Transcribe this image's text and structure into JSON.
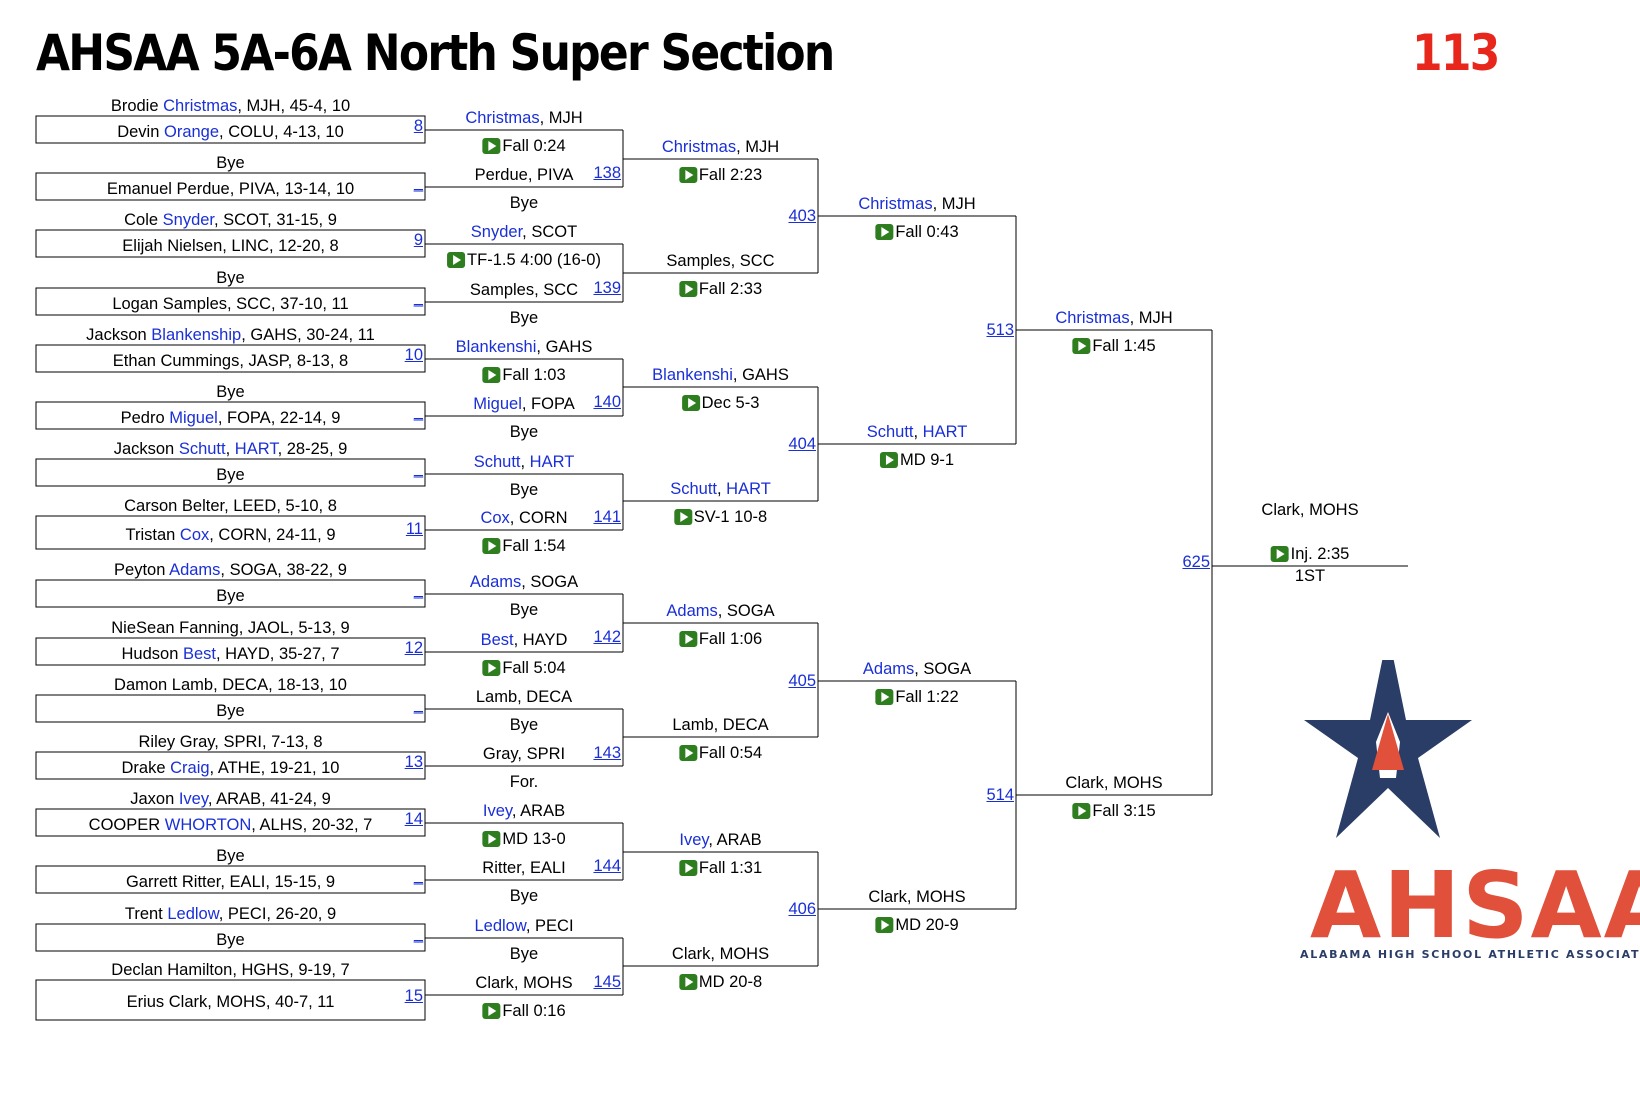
{
  "header": {
    "title": "AHSAA 5A-6A North Super Section",
    "weight": "113"
  },
  "round1": [
    {
      "top": {
        "first": "Brodie ",
        "last": "Christmas",
        "rest": ", MJH, 45-4, 10",
        "hl": true
      },
      "bottom": {
        "first": "Devin ",
        "last": "Orange",
        "rest": ", COLU, 4-13, 10",
        "hl": true
      },
      "bout": "8"
    },
    {
      "top": {
        "first": "",
        "last": "",
        "rest": "Bye",
        "hl": false
      },
      "bottom": {
        "first": "Emanuel Perdue, PIVA, 13-14, 10",
        "last": "",
        "rest": "",
        "hl": false
      },
      "bout": "_"
    },
    {
      "top": {
        "first": "Cole ",
        "last": "Snyder",
        "rest": ", SCOT, 31-15, 9",
        "hl": true
      },
      "bottom": {
        "first": "Elijah Nielsen, LINC, 12-20, 8",
        "last": "",
        "rest": "",
        "hl": false
      },
      "bout": "9"
    },
    {
      "top": {
        "first": "",
        "last": "",
        "rest": "Bye",
        "hl": false
      },
      "bottom": {
        "first": "Logan Samples, SCC, 37-10, 11",
        "last": "",
        "rest": "",
        "hl": false
      },
      "bout": "_"
    },
    {
      "top": {
        "first": "Jackson ",
        "last": "Blankenship",
        "rest": ", GAHS, 30-24, 11",
        "hl": true
      },
      "bottom": {
        "first": "Ethan Cummings, JASP, 8-13, 8",
        "last": "",
        "rest": "",
        "hl": false
      },
      "bout": "10"
    },
    {
      "top": {
        "first": "",
        "last": "",
        "rest": "Bye",
        "hl": false
      },
      "bottom": {
        "first": "Pedro ",
        "last": "Miguel",
        "rest": ", FOPA, 22-14, 9",
        "hl": true
      },
      "bout": "_"
    },
    {
      "top": {
        "first": "Jackson ",
        "last": "Schutt",
        "rest": ", ",
        "extra": "HART",
        "rest2": ", 28-25, 9",
        "hl": true
      },
      "bottom": {
        "first": "Bye",
        "last": "",
        "rest": "",
        "hl": false
      },
      "bout": "_"
    },
    {
      "top": {
        "first": "Carson Belter, LEED, 5-10, 8",
        "last": "",
        "rest": "",
        "hl": false
      },
      "bottom": {
        "first": "Tristan ",
        "last": "Cox",
        "rest": ", CORN, 24-11, 9",
        "hl": true
      },
      "bout": "11"
    },
    {
      "top": {
        "first": "Peyton ",
        "last": "Adams",
        "rest": ", SOGA, 38-22, 9",
        "hl": true
      },
      "bottom": {
        "first": "Bye",
        "last": "",
        "rest": "",
        "hl": false
      },
      "bout": "_"
    },
    {
      "top": {
        "first": "NieSean Fanning, JAOL, 5-13, 9",
        "last": "",
        "rest": "",
        "hl": false
      },
      "bottom": {
        "first": "Hudson ",
        "last": "Best",
        "rest": ", HAYD, 35-27, 7",
        "hl": true
      },
      "bout": "12"
    },
    {
      "top": {
        "first": "Damon Lamb, DECA, 18-13, 10",
        "last": "",
        "rest": "",
        "hl": false
      },
      "bottom": {
        "first": "Bye",
        "last": "",
        "rest": "",
        "hl": false
      },
      "bout": "_"
    },
    {
      "top": {
        "first": "Riley Gray, SPRI, 7-13, 8",
        "last": "",
        "rest": "",
        "hl": false
      },
      "bottom": {
        "first": "Drake ",
        "last": "Craig",
        "rest": ", ATHE, 19-21, 10",
        "hl": true
      },
      "bout": "13"
    },
    {
      "top": {
        "first": "Jaxon ",
        "last": "Ivey",
        "rest": ", ARAB, 41-24, 9",
        "hl": true
      },
      "bottom": {
        "first": "COOPER ",
        "last": "WHORTON",
        "rest": ", ALHS, 20-32, 7",
        "hl": true
      },
      "bout": "14"
    },
    {
      "top": {
        "first": "",
        "last": "",
        "rest": "Bye",
        "hl": false
      },
      "bottom": {
        "first": "Garrett Ritter, EALI, 15-15, 9",
        "last": "",
        "rest": "",
        "hl": false
      },
      "bout": "_"
    },
    {
      "top": {
        "first": "Trent ",
        "last": "Ledlow",
        "rest": ", PECI, 26-20, 9",
        "hl": true
      },
      "bottom": {
        "first": "Bye",
        "last": "",
        "rest": "",
        "hl": false
      },
      "bout": "_"
    },
    {
      "top": {
        "first": "Declan Hamilton, HGHS, 9-19, 7",
        "last": "",
        "rest": "",
        "hl": false
      },
      "bottom": {
        "first": "Erius Clark, MOHS, 40-7, 11",
        "last": "",
        "rest": "",
        "hl": false
      },
      "bout": "15"
    }
  ],
  "round2": [
    {
      "winner": {
        "last": "Christmas",
        "rest": ", MJH",
        "hl": true
      },
      "result": "Fall 0:24",
      "play": true
    },
    {
      "winner": {
        "last": "",
        "rest": "Perdue, PIVA",
        "hl": false
      },
      "result": "Bye",
      "play": false
    },
    {
      "winner": {
        "last": "Snyder",
        "rest": ", SCOT",
        "hl": true
      },
      "result": "TF-1.5 4:00 (16-0)",
      "play": true
    },
    {
      "winner": {
        "last": "",
        "rest": "Samples, SCC",
        "hl": false
      },
      "result": "Bye",
      "play": false
    },
    {
      "winner": {
        "last": "Blankenshi",
        "rest": ", GAHS",
        "hl": true
      },
      "result": "Fall 1:03",
      "play": true
    },
    {
      "winner": {
        "last": "Miguel",
        "rest": ", FOPA",
        "hl": true
      },
      "result": "Bye",
      "play": false
    },
    {
      "winner": {
        "last": "Schutt",
        "rest": ", ",
        "extra": "HART",
        "hl": true
      },
      "result": "Bye",
      "play": false
    },
    {
      "winner": {
        "last": "Cox",
        "rest": ", CORN",
        "hl": true
      },
      "result": "Fall 1:54",
      "play": true
    },
    {
      "winner": {
        "last": "Adams",
        "rest": ", SOGA",
        "hl": true
      },
      "result": "Bye",
      "play": false
    },
    {
      "winner": {
        "last": "Best",
        "rest": ", HAYD",
        "hl": true
      },
      "result": "Fall 5:04",
      "play": true
    },
    {
      "winner": {
        "last": "",
        "rest": "Lamb, DECA",
        "hl": false
      },
      "result": "Bye",
      "play": false
    },
    {
      "winner": {
        "last": "",
        "rest": "Gray, SPRI",
        "hl": false
      },
      "result": "For.",
      "play": false
    },
    {
      "winner": {
        "last": "Ivey",
        "rest": ", ARAB",
        "hl": true
      },
      "result": "MD 13-0",
      "play": true
    },
    {
      "winner": {
        "last": "",
        "rest": "Ritter, EALI",
        "hl": false
      },
      "result": "Bye",
      "play": false
    },
    {
      "winner": {
        "last": "Ledlow",
        "rest": ", PECI",
        "hl": true
      },
      "result": "Bye",
      "play": false
    },
    {
      "winner": {
        "last": "",
        "rest": "Clark, MOHS",
        "hl": false
      },
      "result": "Fall 0:16",
      "play": true
    }
  ],
  "round2_bouts": [
    "138",
    "139",
    "140",
    "141",
    "142",
    "143",
    "144",
    "145"
  ],
  "round3": [
    {
      "winner": {
        "last": "Christmas",
        "rest": ", MJH",
        "hl": true
      },
      "result": "Fall 2:23"
    },
    {
      "winner": {
        "last": "",
        "rest": "Samples, SCC",
        "hl": false
      },
      "result": "Fall 2:33"
    },
    {
      "winner": {
        "last": "Blankenshi",
        "rest": ", GAHS",
        "hl": true
      },
      "result": "Dec 5-3"
    },
    {
      "winner": {
        "last": "Schutt",
        "rest": ", ",
        "extra": "HART",
        "hl": true
      },
      "result": "SV-1 10-8"
    },
    {
      "winner": {
        "last": "Adams",
        "rest": ", SOGA",
        "hl": true
      },
      "result": "Fall 1:06"
    },
    {
      "winner": {
        "last": "",
        "rest": "Lamb, DECA",
        "hl": false
      },
      "result": "Fall 0:54"
    },
    {
      "winner": {
        "last": "Ivey",
        "rest": ", ARAB",
        "hl": true
      },
      "result": "Fall 1:31"
    },
    {
      "winner": {
        "last": "",
        "rest": "Clark, MOHS",
        "hl": false
      },
      "result": "MD 20-8"
    }
  ],
  "round3_bouts": [
    "403",
    "404",
    "405",
    "406"
  ],
  "round4": [
    {
      "winner": {
        "last": "Christmas",
        "rest": ", MJH",
        "hl": true
      },
      "result": "Fall 0:43"
    },
    {
      "winner": {
        "last": "Schutt",
        "rest": ", ",
        "extra": "HART",
        "hl": true
      },
      "result": "MD 9-1"
    },
    {
      "winner": {
        "last": "Adams",
        "rest": ", SOGA",
        "hl": true
      },
      "result": "Fall 1:22"
    },
    {
      "winner": {
        "last": "",
        "rest": "Clark, MOHS",
        "hl": false
      },
      "result": "MD 20-9"
    }
  ],
  "round4_bouts": [
    "513",
    "514"
  ],
  "round5": [
    {
      "winner": {
        "last": "Christmas",
        "rest": ", MJH",
        "hl": true
      },
      "result": "Fall 1:45"
    },
    {
      "winner": {
        "last": "",
        "rest": "Clark, MOHS",
        "hl": false
      },
      "result": "Fall 3:15"
    }
  ],
  "final_bout": "625",
  "champion": {
    "name": "Clark, MOHS",
    "result": "Inj. 2:35",
    "place": "1ST"
  },
  "logo": {
    "text": "AHSAA",
    "subtitle": "ALABAMA HIGH SCHOOL ATHLETIC ASSOCIATION",
    "navy": "#2a3d66",
    "red": "#e0503a"
  },
  "colors": {
    "link": "#1a2fd6",
    "play": "#2e7d1f",
    "weight": "#e8271c"
  }
}
